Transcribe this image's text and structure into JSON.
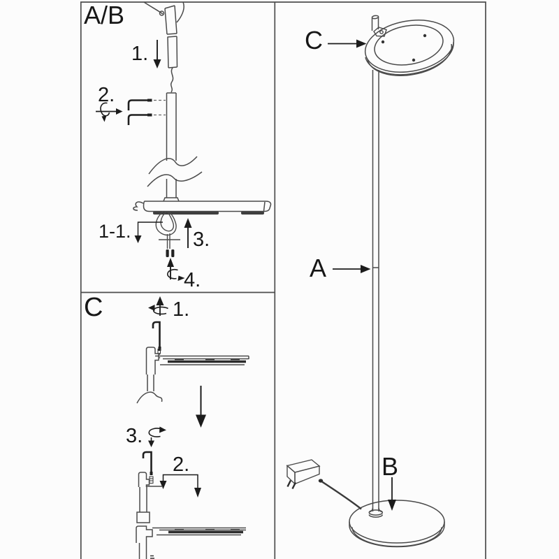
{
  "panel_ab": {
    "title": "A/B",
    "step_1": "1.",
    "step_2": "2.",
    "step_1_1": "1-1.",
    "step_3": "3.",
    "step_4": "4."
  },
  "panel_c": {
    "title": "C",
    "step_1": "1.",
    "step_2": "2.",
    "step_3": "3."
  },
  "overview": {
    "head_label": "C",
    "pole_label": "A",
    "base_label": "B"
  },
  "colors": {
    "background": "#fcfcfc",
    "line": "#4a4a4a",
    "dark": "#1d1d1d",
    "panel_border": "#4d4d4d",
    "text": "#171717"
  }
}
